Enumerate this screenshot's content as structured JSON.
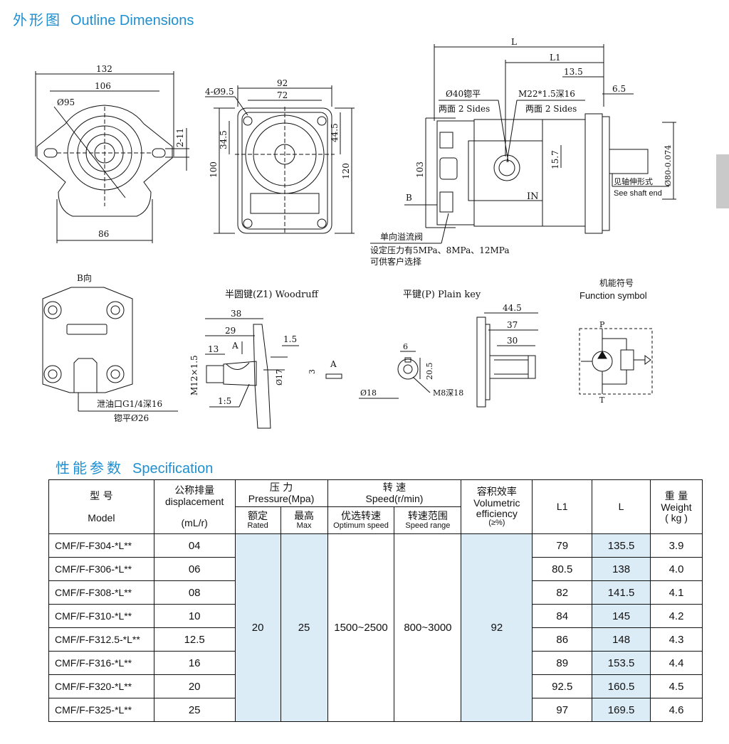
{
  "titles": {
    "outline_cn": "外形图",
    "outline_en": "Outline Dimensions",
    "spec_cn": "性能参数",
    "spec_en": "Specification"
  },
  "front_view": {
    "w132": "132",
    "w106": "106",
    "d95": "Ø95",
    "h11": "2-11",
    "w86": "86"
  },
  "flange_view": {
    "holes": "4-Ø9.5",
    "w92": "92",
    "w72": "72",
    "h34": "34.5",
    "h44": "44.5",
    "h100": "100",
    "h120": "120"
  },
  "side_view": {
    "L": "L",
    "L1": "L1",
    "d135": "13.5",
    "d65": "6.5",
    "port_left": "Ø40锪平",
    "port_left_sub": "两面 2 Sides",
    "port_right": "M22*1.5深16",
    "port_right_sub": "两面 2 Sides",
    "h103": "103",
    "h157": "15.7",
    "d80": "Ø80-0.074",
    "in": "IN",
    "b": "B",
    "shaft_cn": "见轴伸形式",
    "shaft_en": "See shaft end",
    "valve": "单向溢流阀",
    "valve_note1": "设定压力有5MPa、8MPa、12MPa",
    "valve_note2": "可供客户选择"
  },
  "b_view": {
    "label": "B向",
    "drain": "泄油口G1/4深16",
    "spot": "锪平Ø26"
  },
  "woodruff": {
    "title": "半圆键(Z1) Woodruff",
    "d38": "38",
    "d29": "29",
    "d13": "13",
    "d15": "1.5",
    "a": "A",
    "m12": "M12×1.5",
    "d17": "Ø17",
    "taper": "1:5",
    "k3": "3"
  },
  "plain_key": {
    "title": "平键(P) Plain key",
    "d6": "6",
    "d205": "20.5",
    "d18": "Ø18",
    "m8": "M8深18",
    "d445": "44.5",
    "d37": "37",
    "d30": "30"
  },
  "function": {
    "title_cn": "机能符号",
    "title_en": "Function symbol",
    "p": "P",
    "t": "T"
  },
  "spec_table": {
    "headers": {
      "model_cn": "型 号",
      "model_en": "Model",
      "disp_cn": "公称排量",
      "disp_en": "displacement",
      "disp_unit": "(mL/r)",
      "press_cn": "压 力",
      "press_en": "Pressure(Mpa)",
      "rated_cn": "额定",
      "rated_en": "Rated",
      "max_cn": "最高",
      "max_en": "Max",
      "speed_cn": "转 速",
      "speed_en": "Speed(r/min)",
      "opt_cn": "优选转速",
      "opt_en": "Optimum speed",
      "range_cn": "转速范围",
      "range_en": "Speed range",
      "eff_cn": "容积效率",
      "eff_en1": "Volumetric",
      "eff_en2": "efficiency",
      "eff_unit": "(≥%)",
      "l1": "L1",
      "l": "L",
      "weight_cn": "重 量",
      "weight_en": "Weight",
      "weight_unit": "( kg )"
    },
    "merged": {
      "rated": "20",
      "max": "25",
      "optimum": "1500~2500",
      "range": "800~3000",
      "efficiency": "92"
    },
    "rows": [
      {
        "model": "CMF/F-F304-*L**",
        "disp": "04",
        "l1": "79",
        "l": "135.5",
        "weight": "3.9"
      },
      {
        "model": "CMF/F-F306-*L**",
        "disp": "06",
        "l1": "80.5",
        "l": "138",
        "weight": "4.0"
      },
      {
        "model": "CMF/F-F308-*L**",
        "disp": "08",
        "l1": "82",
        "l": "141.5",
        "weight": "4.1"
      },
      {
        "model": "CMF/F-F310-*L**",
        "disp": "10",
        "l1": "84",
        "l": "145",
        "weight": "4.2"
      },
      {
        "model": "CMF/F-F312.5-*L**",
        "disp": "12.5",
        "l1": "86",
        "l": "148",
        "weight": "4.3"
      },
      {
        "model": "CMF/F-F316-*L**",
        "disp": "16",
        "l1": "89",
        "l": "153.5",
        "weight": "4.4"
      },
      {
        "model": "CMF/F-F320-*L**",
        "disp": "20",
        "l1": "92.5",
        "l": "160.5",
        "weight": "4.5"
      },
      {
        "model": "CMF/F-F325-*L**",
        "disp": "25",
        "l1": "97",
        "l": "169.5",
        "weight": "4.6"
      }
    ]
  }
}
